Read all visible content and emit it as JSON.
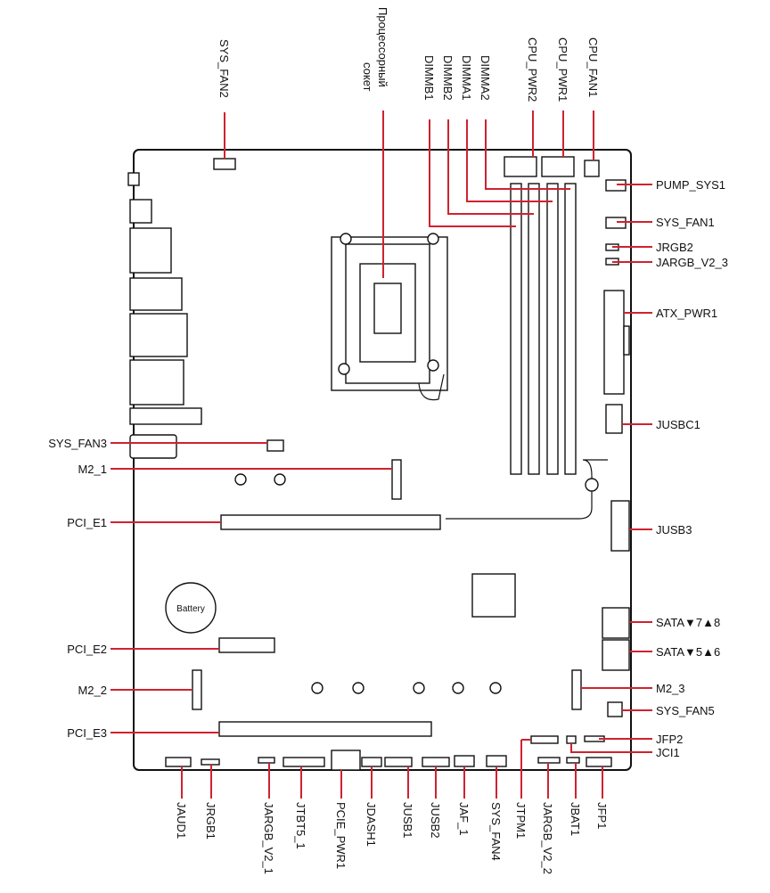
{
  "colors": {
    "leader": "#d0222f",
    "outline": "#111111",
    "background": "#ffffff"
  },
  "socket_label": [
    "Процессорный",
    "сокет"
  ],
  "battery_label": "Battery",
  "labels": {
    "pump_sys1": "PUMP_SYS1",
    "sys_fan1": "SYS_FAN1",
    "jrgb2": "JRGB2",
    "jargb_v2_3": "JARGB_V2_3",
    "atx_pwr1": "ATX_PWR1",
    "jusbc1": "JUSBC1",
    "jusb3": "JUSB3",
    "sata78": "SATA▼7▲8",
    "sata56": "SATA▼5▲6",
    "m2_3": "M2_3",
    "sys_fan5": "SYS_FAN5",
    "jfp2": "JFP2",
    "jci1": "JCI1",
    "sys_fan3": "SYS_FAN3",
    "m2_1": "M2_1",
    "pci_e1": "PCI_E1",
    "pci_e2": "PCI_E2",
    "m2_2": "M2_2",
    "pci_e3": "PCI_E3",
    "sys_fan2": "SYS_FAN2",
    "dimmb1": "DIMMB1",
    "dimmb2": "DIMMB2",
    "dimma1": "DIMMA1",
    "dimma2": "DIMMA2",
    "cpu_pwr2": "CPU_PWR2",
    "cpu_pwr1": "CPU_PWR1",
    "cpu_fan1": "CPU_FAN1",
    "jaud1": "JAUD1",
    "jrgb1": "JRGB1",
    "jargb_v2_1": "JARGB_V2_1",
    "jtbt5_1": "JTBT5_1",
    "pcie_pwr1": "PCIE_PWR1",
    "jdash1": "JDASH1",
    "jusb1": "JUSB1",
    "jusb2": "JUSB2",
    "jaf_1": "JAF_1",
    "sys_fan4": "SYS_FAN4",
    "jtpm1": "JTPM1",
    "jargb_v2_2": "JARGB_V2_2",
    "jbat1": "JBAT1",
    "jfp1": "JFP1"
  }
}
